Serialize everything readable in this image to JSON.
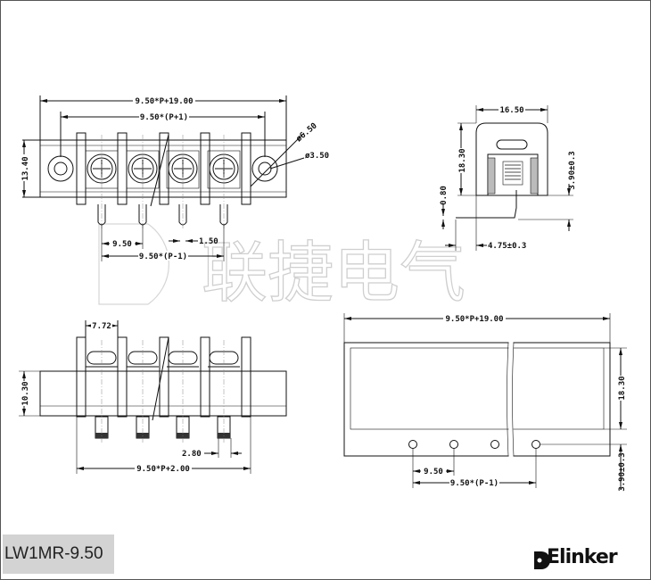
{
  "watermark": {
    "text": "联捷电气"
  },
  "top_view": {
    "overall": "9.50*P+19.00",
    "pitch_span": "9.50*(P+1)",
    "height": "13.40",
    "hole_outer": "ø6.50",
    "hole_inner": "ø3.50",
    "pitch": "9.50",
    "pin": "1.50",
    "pin_span": "9.50*(P-1)"
  },
  "side_view": {
    "width": "16.50",
    "height": "18.30",
    "pin_thk": "0.80",
    "pin_offset": "3.90±0.3",
    "pin_len": "4.75±0.3"
  },
  "front_view": {
    "barrier_gap": "7.72",
    "height": "10.30",
    "pin_w": "2.80",
    "overall": "9.50*P+2.00"
  },
  "pcb_view": {
    "overall": "9.50*P+19.00",
    "height": "18.30",
    "hole_offset": "3.90±0.3",
    "pitch": "9.50",
    "pin_span": "9.50*(P-1)"
  },
  "footer": {
    "model": "LW1MR-9.50",
    "brand": "Elinker"
  },
  "colors": {
    "line": "#111111",
    "watermark": "#cfcfcf",
    "model_bg": "#d3d3d3"
  }
}
